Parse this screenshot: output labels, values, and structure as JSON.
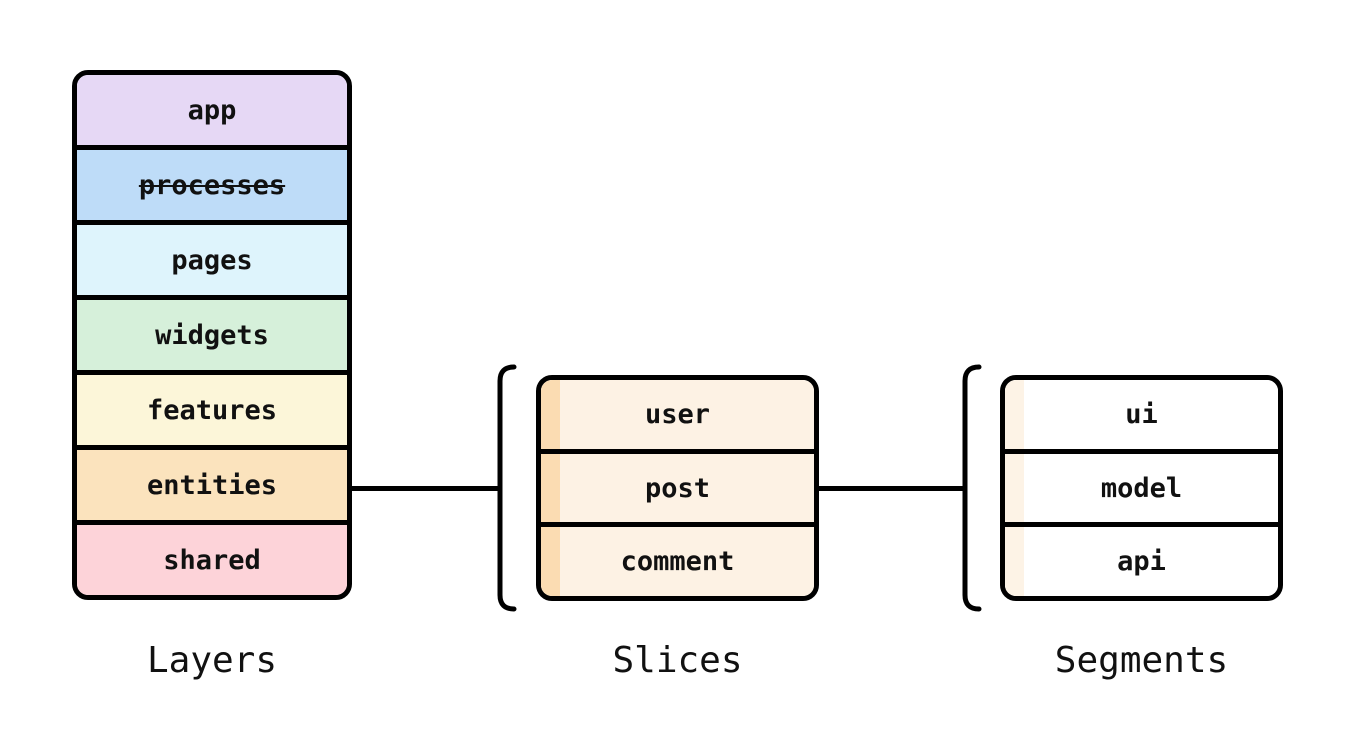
{
  "diagram": {
    "title": "feature-sliced-design-structure",
    "background_color": "#ffffff",
    "line_color": "#000000",
    "text_color": "#111111"
  },
  "layers": {
    "caption": "Layers",
    "items": [
      {
        "label": "app",
        "color": "#e6d8f5",
        "deprecated": false
      },
      {
        "label": "processes",
        "color": "#bedcf8",
        "deprecated": true
      },
      {
        "label": "pages",
        "color": "#def4fc",
        "deprecated": false
      },
      {
        "label": "widgets",
        "color": "#d6f0da",
        "deprecated": false
      },
      {
        "label": "features",
        "color": "#fcf6d9",
        "deprecated": false
      },
      {
        "label": "entities",
        "color": "#fbe3bd",
        "deprecated": false
      },
      {
        "label": "shared",
        "color": "#fdd3d9",
        "deprecated": false
      }
    ]
  },
  "slices": {
    "caption": "Slices",
    "fill": "#fdf2e4",
    "stripe": "#fbdcb2",
    "items": [
      {
        "label": "user"
      },
      {
        "label": "post"
      },
      {
        "label": "comment"
      }
    ]
  },
  "segments": {
    "caption": "Segments",
    "fill": "#ffffff",
    "stripe": "#fdf3e6",
    "items": [
      {
        "label": "ui"
      },
      {
        "label": "model"
      },
      {
        "label": "api"
      }
    ]
  }
}
